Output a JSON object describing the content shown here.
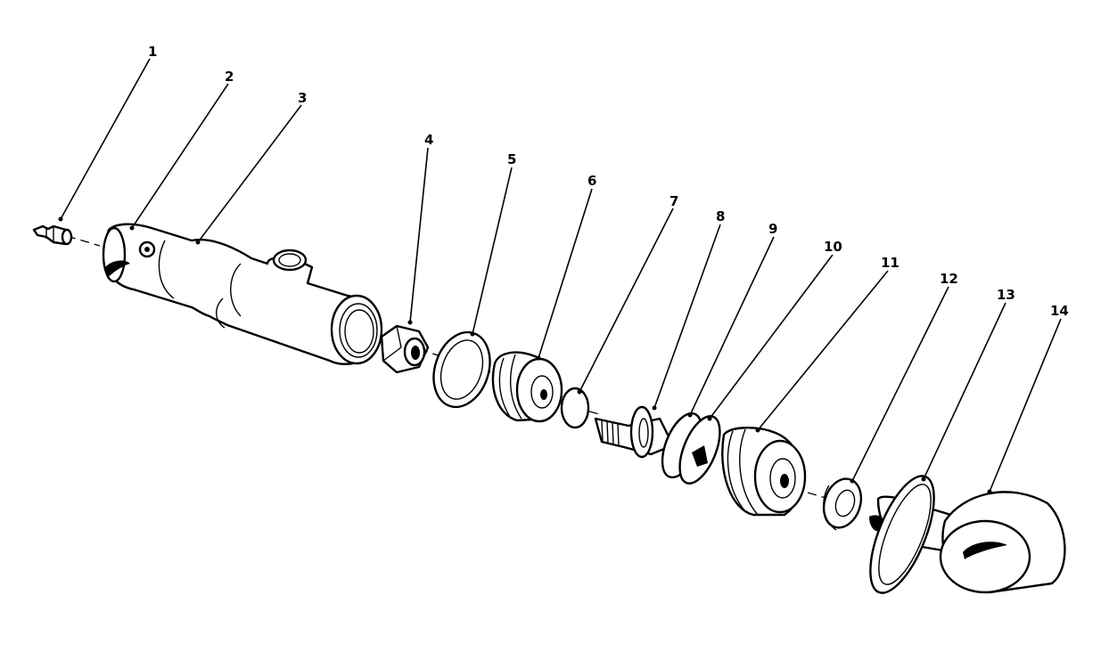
{
  "callouts": [
    {
      "label": "1"
    },
    {
      "label": "2"
    },
    {
      "label": "3"
    },
    {
      "label": "4"
    },
    {
      "label": "5"
    },
    {
      "label": "6"
    },
    {
      "label": "7"
    },
    {
      "label": "8"
    },
    {
      "label": "9"
    },
    {
      "label": "10"
    },
    {
      "label": "11"
    },
    {
      "label": "12"
    },
    {
      "label": "13"
    },
    {
      "label": "14"
    }
  ],
  "colors": {
    "ink": "#000000",
    "paper": "#ffffff"
  }
}
